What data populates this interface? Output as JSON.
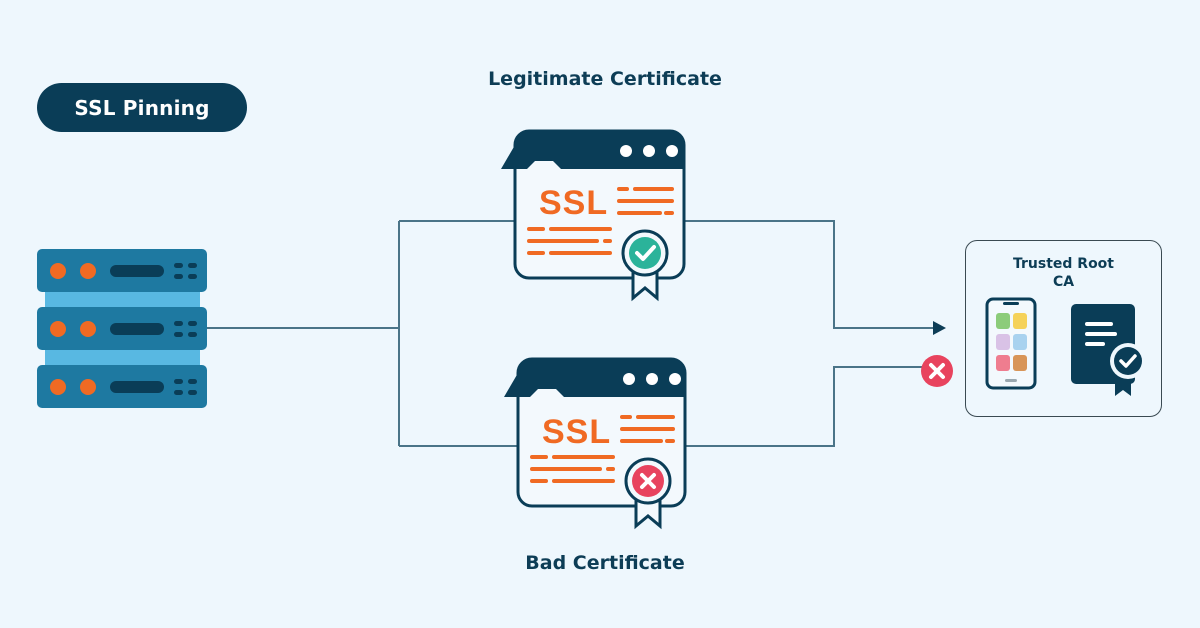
{
  "title": "SSL Pinning",
  "headings": {
    "legitimate": "Legitimate Certificate",
    "bad": "Bad Certificate"
  },
  "certificates": [
    {
      "id": "legitimate",
      "label": "SSL",
      "status": "valid",
      "badge_icon": "check-icon",
      "badge_color": "#2bb39a"
    },
    {
      "id": "bad",
      "label": "SSL",
      "status": "invalid",
      "badge_icon": "x-icon",
      "badge_color": "#e8435e"
    }
  ],
  "trusted_root": {
    "title_line1": "Trusted Root",
    "title_line2": "CA",
    "icons": [
      "smartphone-icon",
      "certificate-icon"
    ]
  },
  "server": {
    "icon": "server-rack-icon",
    "units": 3
  },
  "connections": {
    "accepted": "arrow-to-trusted-root",
    "rejected": "rejected-x-marker"
  },
  "colors": {
    "background": "#eef7fd",
    "navy": "#0a3d57",
    "server_blue": "#1e79a1",
    "server_light": "#58b8e2",
    "orange": "#f06a23",
    "line": "#4a7488",
    "success": "#2bb39a",
    "error": "#e8435e"
  }
}
